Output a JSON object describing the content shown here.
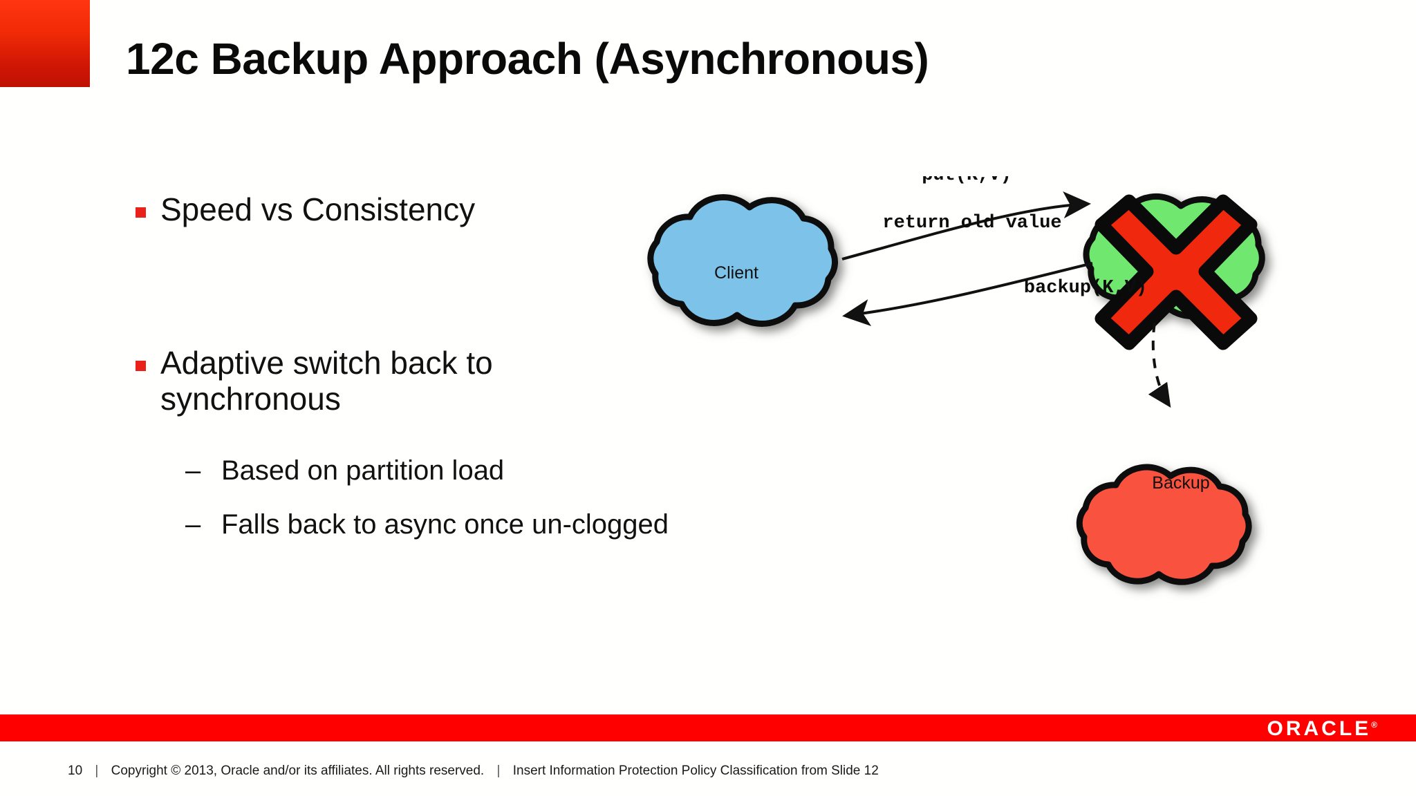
{
  "slide": {
    "title": "12c Backup Approach (Asynchronous)",
    "accent_color": "#ff0000",
    "corner_gradient_top": "#ff3510",
    "corner_gradient_bottom": "#bf1204",
    "bullet_marker_color": "#e8221b"
  },
  "bullets": [
    {
      "level": 1,
      "text": "Speed vs Consistency"
    },
    {
      "level": 1,
      "text": "Adaptive switch back to synchronous"
    },
    {
      "level": 2,
      "text": "Based on partition load"
    },
    {
      "level": 2,
      "text": "Falls back to async once un-clogged"
    }
  ],
  "diagram": {
    "type": "flow",
    "nodes": [
      {
        "id": "client",
        "label": "Client",
        "shape": "cloud",
        "fill": "#7dc2e8"
      },
      {
        "id": "primary",
        "label": "",
        "shape": "cloud",
        "fill": "#6fe86f",
        "overlay": "red-x",
        "overlay_fill": "#f0280d"
      },
      {
        "id": "backup",
        "label": "Backup",
        "shape": "cloud",
        "fill": "#f9523f"
      }
    ],
    "edges": [
      {
        "from": "client",
        "to": "primary",
        "label": "put(K,V)",
        "style": "solid"
      },
      {
        "from": "primary",
        "to": "client",
        "label": "return old value",
        "style": "solid"
      },
      {
        "from": "primary",
        "to": "backup",
        "label": "backup(K,V)",
        "style": "dashed"
      }
    ]
  },
  "footer": {
    "slide_number": "10",
    "copyright": "Copyright © 2013, Oracle and/or its affiliates. All rights reserved.",
    "classification": "Insert Information Protection Policy Classification from Slide 12",
    "separator": "|",
    "logo_text": "ORACLE",
    "logo_registered": "®"
  }
}
